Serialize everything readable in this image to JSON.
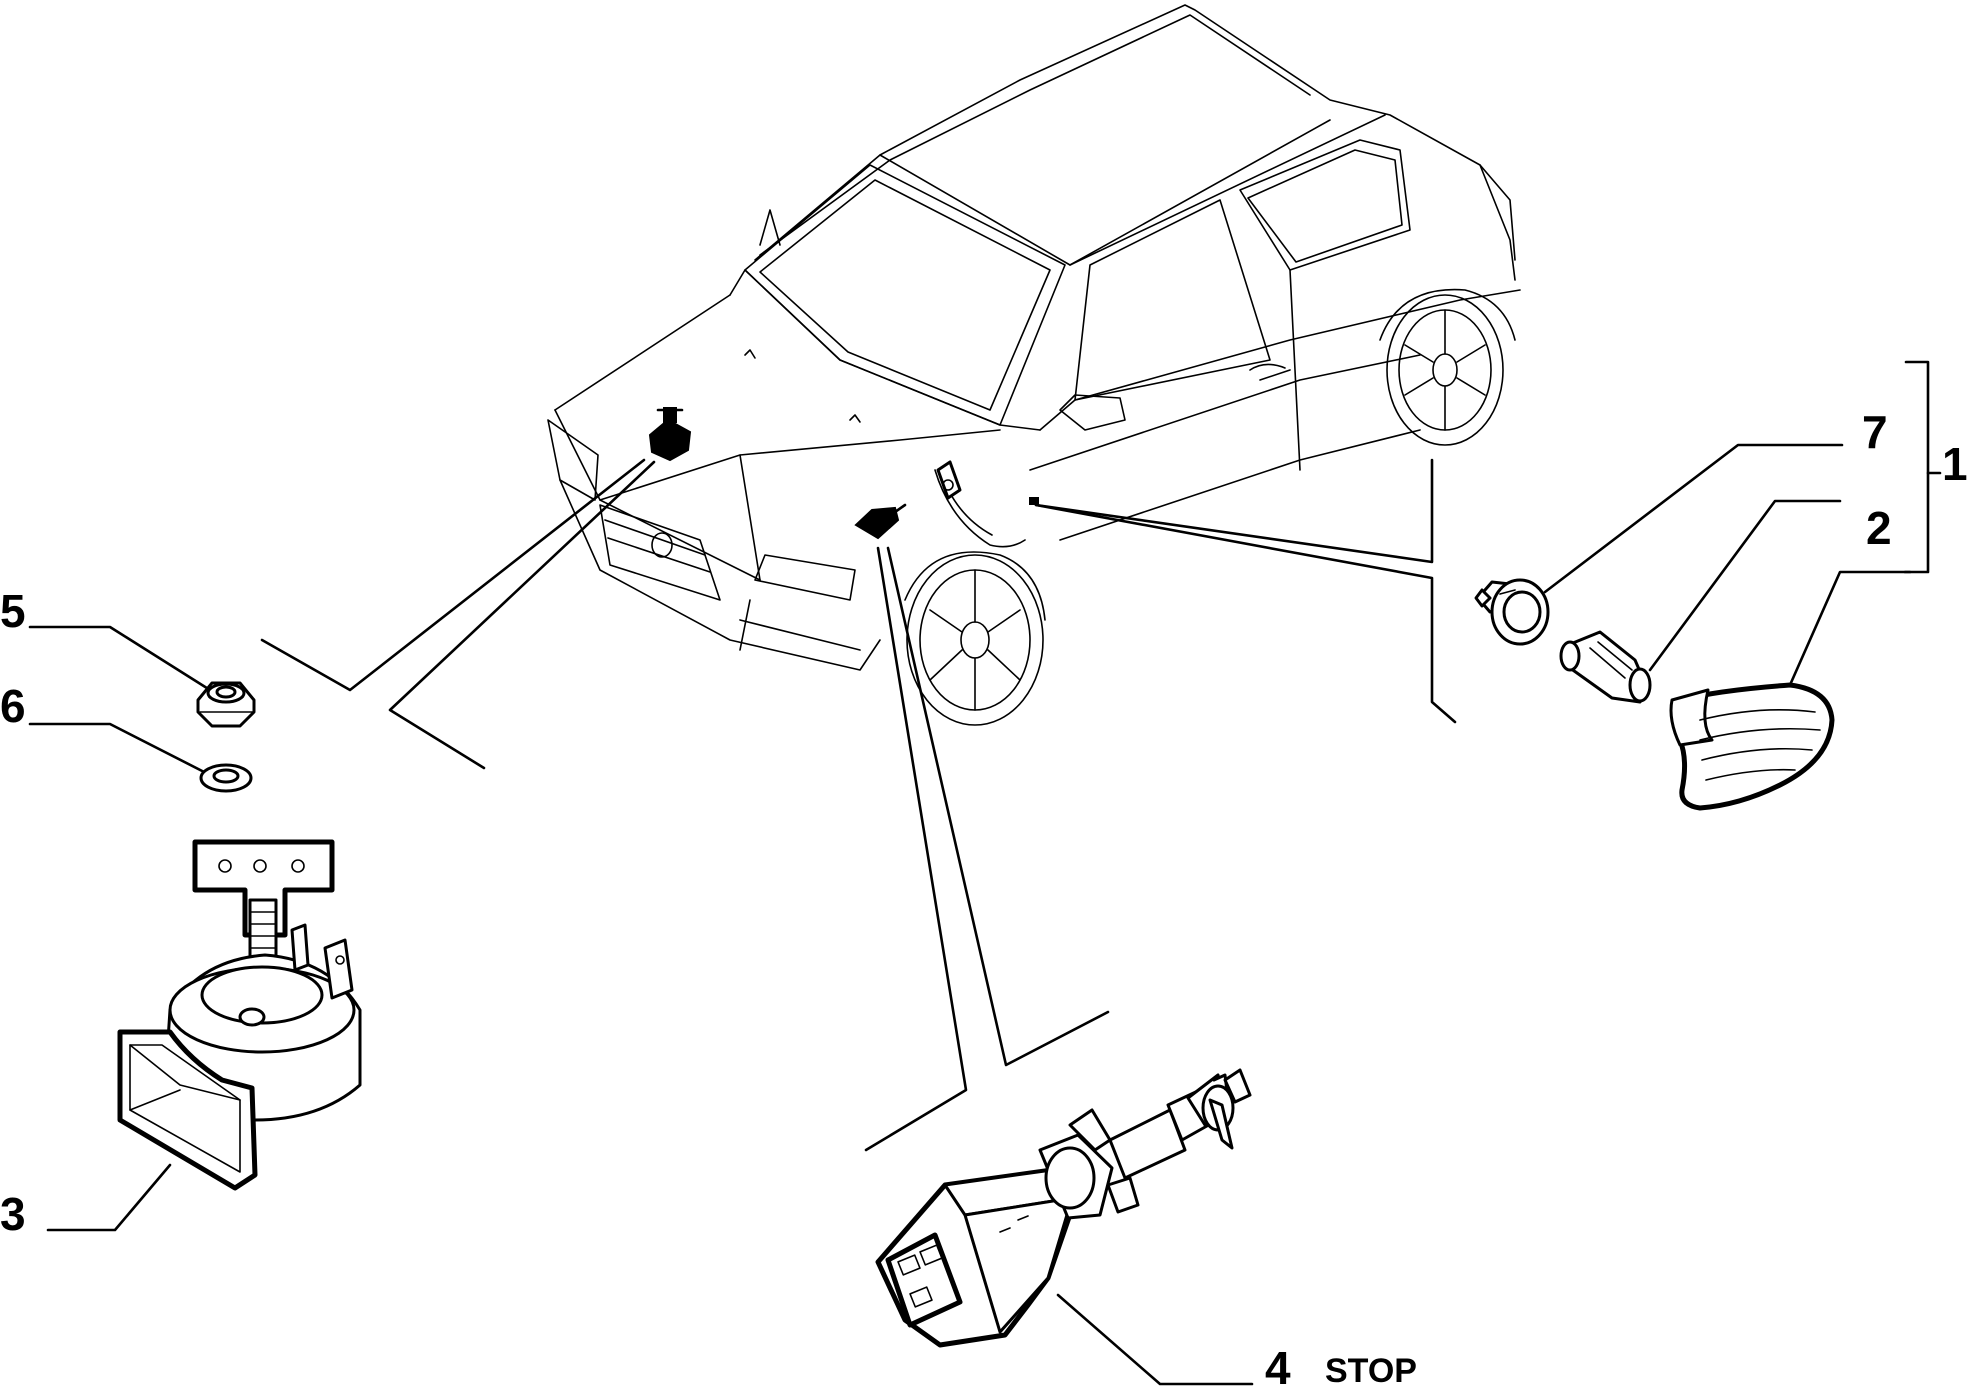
{
  "callouts": [
    {
      "id": "1",
      "text": "1"
    },
    {
      "id": "2",
      "text": "2"
    },
    {
      "id": "3",
      "text": "3"
    },
    {
      "id": "4",
      "text": "4"
    },
    {
      "id": "5",
      "text": "5"
    },
    {
      "id": "6",
      "text": "6"
    },
    {
      "id": "7",
      "text": "7"
    }
  ],
  "stop_label": "STOP"
}
